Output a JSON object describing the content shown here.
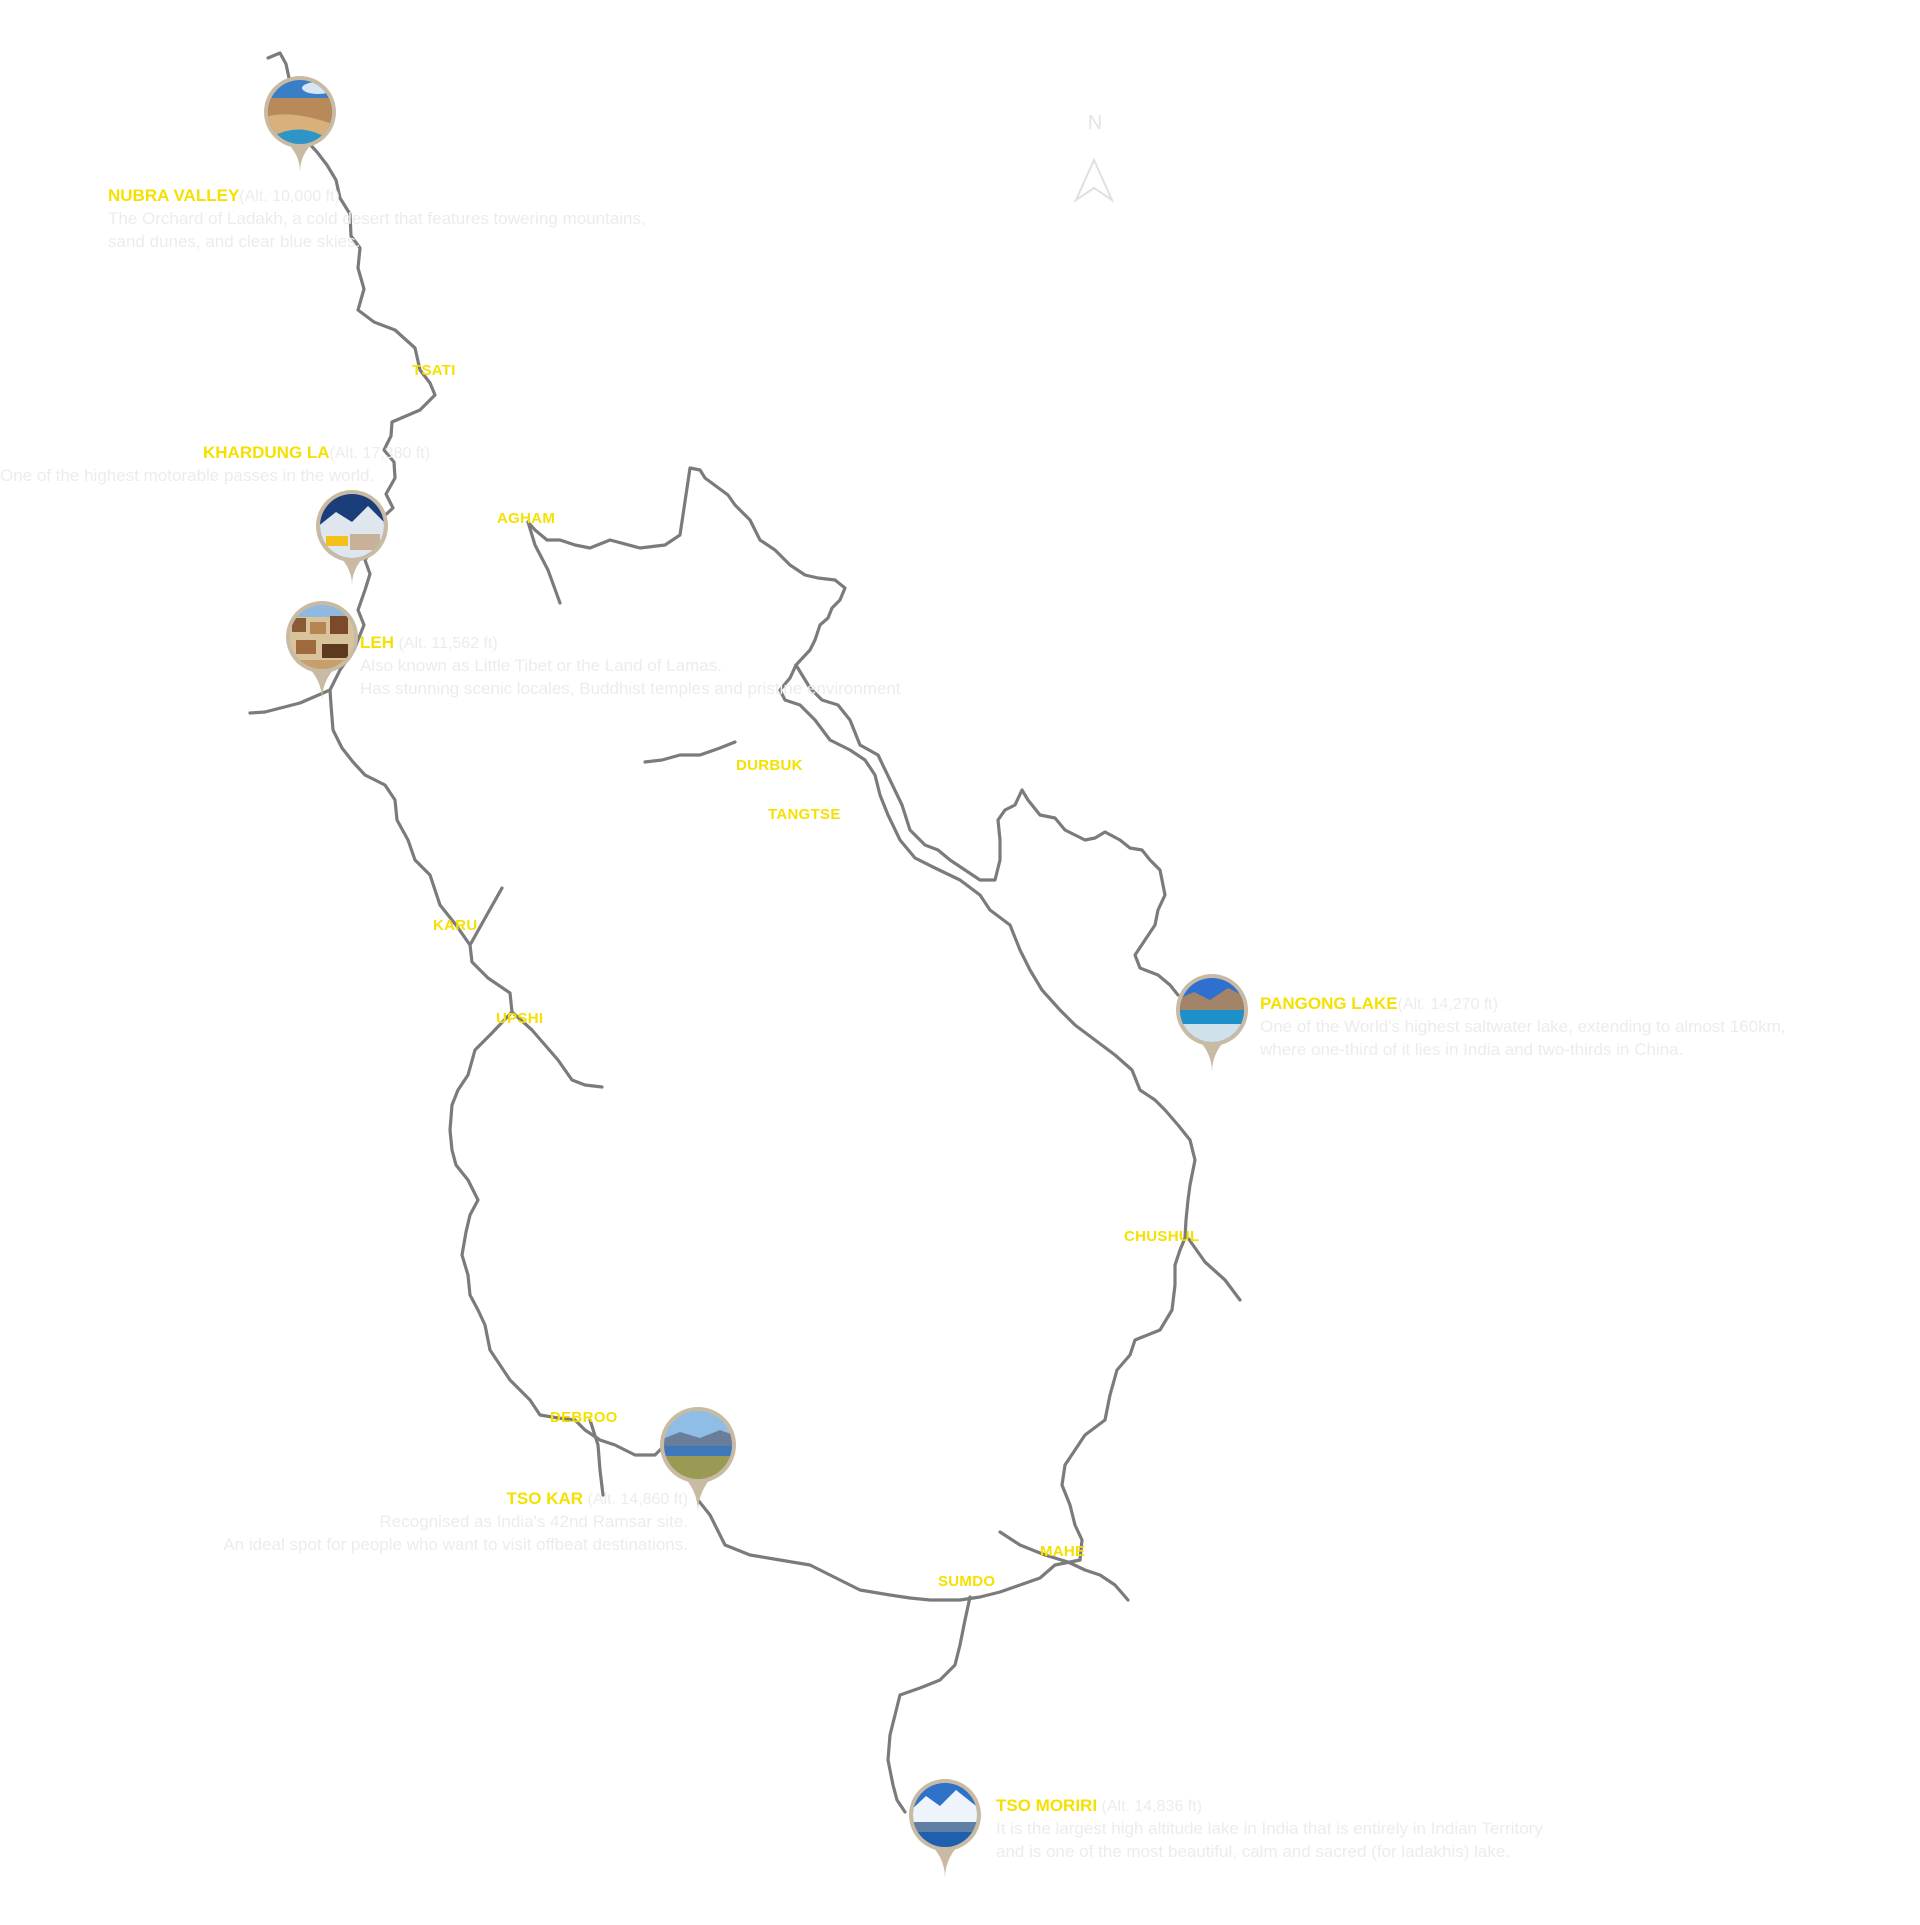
{
  "compass": {
    "label": "N",
    "icon": "north-arrow-icon"
  },
  "towns": [
    {
      "id": "tsati",
      "label": "TSATI"
    },
    {
      "id": "agham",
      "label": "AGHAM"
    },
    {
      "id": "durbuk",
      "label": "DURBUK"
    },
    {
      "id": "tangtse",
      "label": "TANGTSE"
    },
    {
      "id": "karu",
      "label": "KARU"
    },
    {
      "id": "upshi",
      "label": "UPSHI"
    },
    {
      "id": "chushul",
      "label": "CHUSHUL"
    },
    {
      "id": "debring",
      "label": "DEBROO"
    },
    {
      "id": "mahe",
      "label": "MAHE"
    },
    {
      "id": "sumdo",
      "label": "SUMDO"
    }
  ],
  "destinations": [
    {
      "id": "nubra",
      "name": "NUBRA VALLEY",
      "alt": "(Alt. 10,000 ft)",
      "lines": [
        "The Orchard of Ladakh, a cold desert that features towering mountains,",
        "sand dunes, and clear blue skies."
      ],
      "scene": "valley"
    },
    {
      "id": "khardung",
      "name": "KHARDUNG LA",
      "alt": "(Alt. 17,380 ft)",
      "lines": [
        "One of the highest motorable passes in the world."
      ],
      "scene": "pass"
    },
    {
      "id": "leh",
      "name": "LEH",
      "alt": "(Alt. 11,562 ft)",
      "lines": [
        "Also known as Little Tibet or the Land of Lamas.",
        "Has stunning scenic locales, Buddhist temples and pristine environment"
      ],
      "scene": "town"
    },
    {
      "id": "pangong",
      "name": "PANGONG LAKE",
      "alt": "(Alt. 14,270 ft)",
      "lines": [
        "One of the World's highest saltwater lake, extending to almost 160km,",
        "where one-third of it lies in India and two-thirds in China."
      ],
      "scene": "lake"
    },
    {
      "id": "tsokar",
      "name": "TSO KAR",
      "alt": "(Alt. 14,860 ft)",
      "lines": [
        "Recognised as India's 42nd Ramsar site.",
        "An ideal spot for people who want to visit offbeat destinations."
      ],
      "scene": "plain"
    },
    {
      "id": "tsomoriri",
      "name": "TSO MORIRI",
      "alt": "(Alt. 14,836 ft)",
      "lines": [
        "It is the largest high altitude lake in India that is entirely in Indian Territory",
        "and is one of the most beautiful, calm and sacred (for ladakhis) lake."
      ],
      "scene": "snow"
    }
  ],
  "colors": {
    "road": "#7b7b7b",
    "label": "#f5e000",
    "text": "#ececec",
    "pin": "#c9bba3"
  }
}
